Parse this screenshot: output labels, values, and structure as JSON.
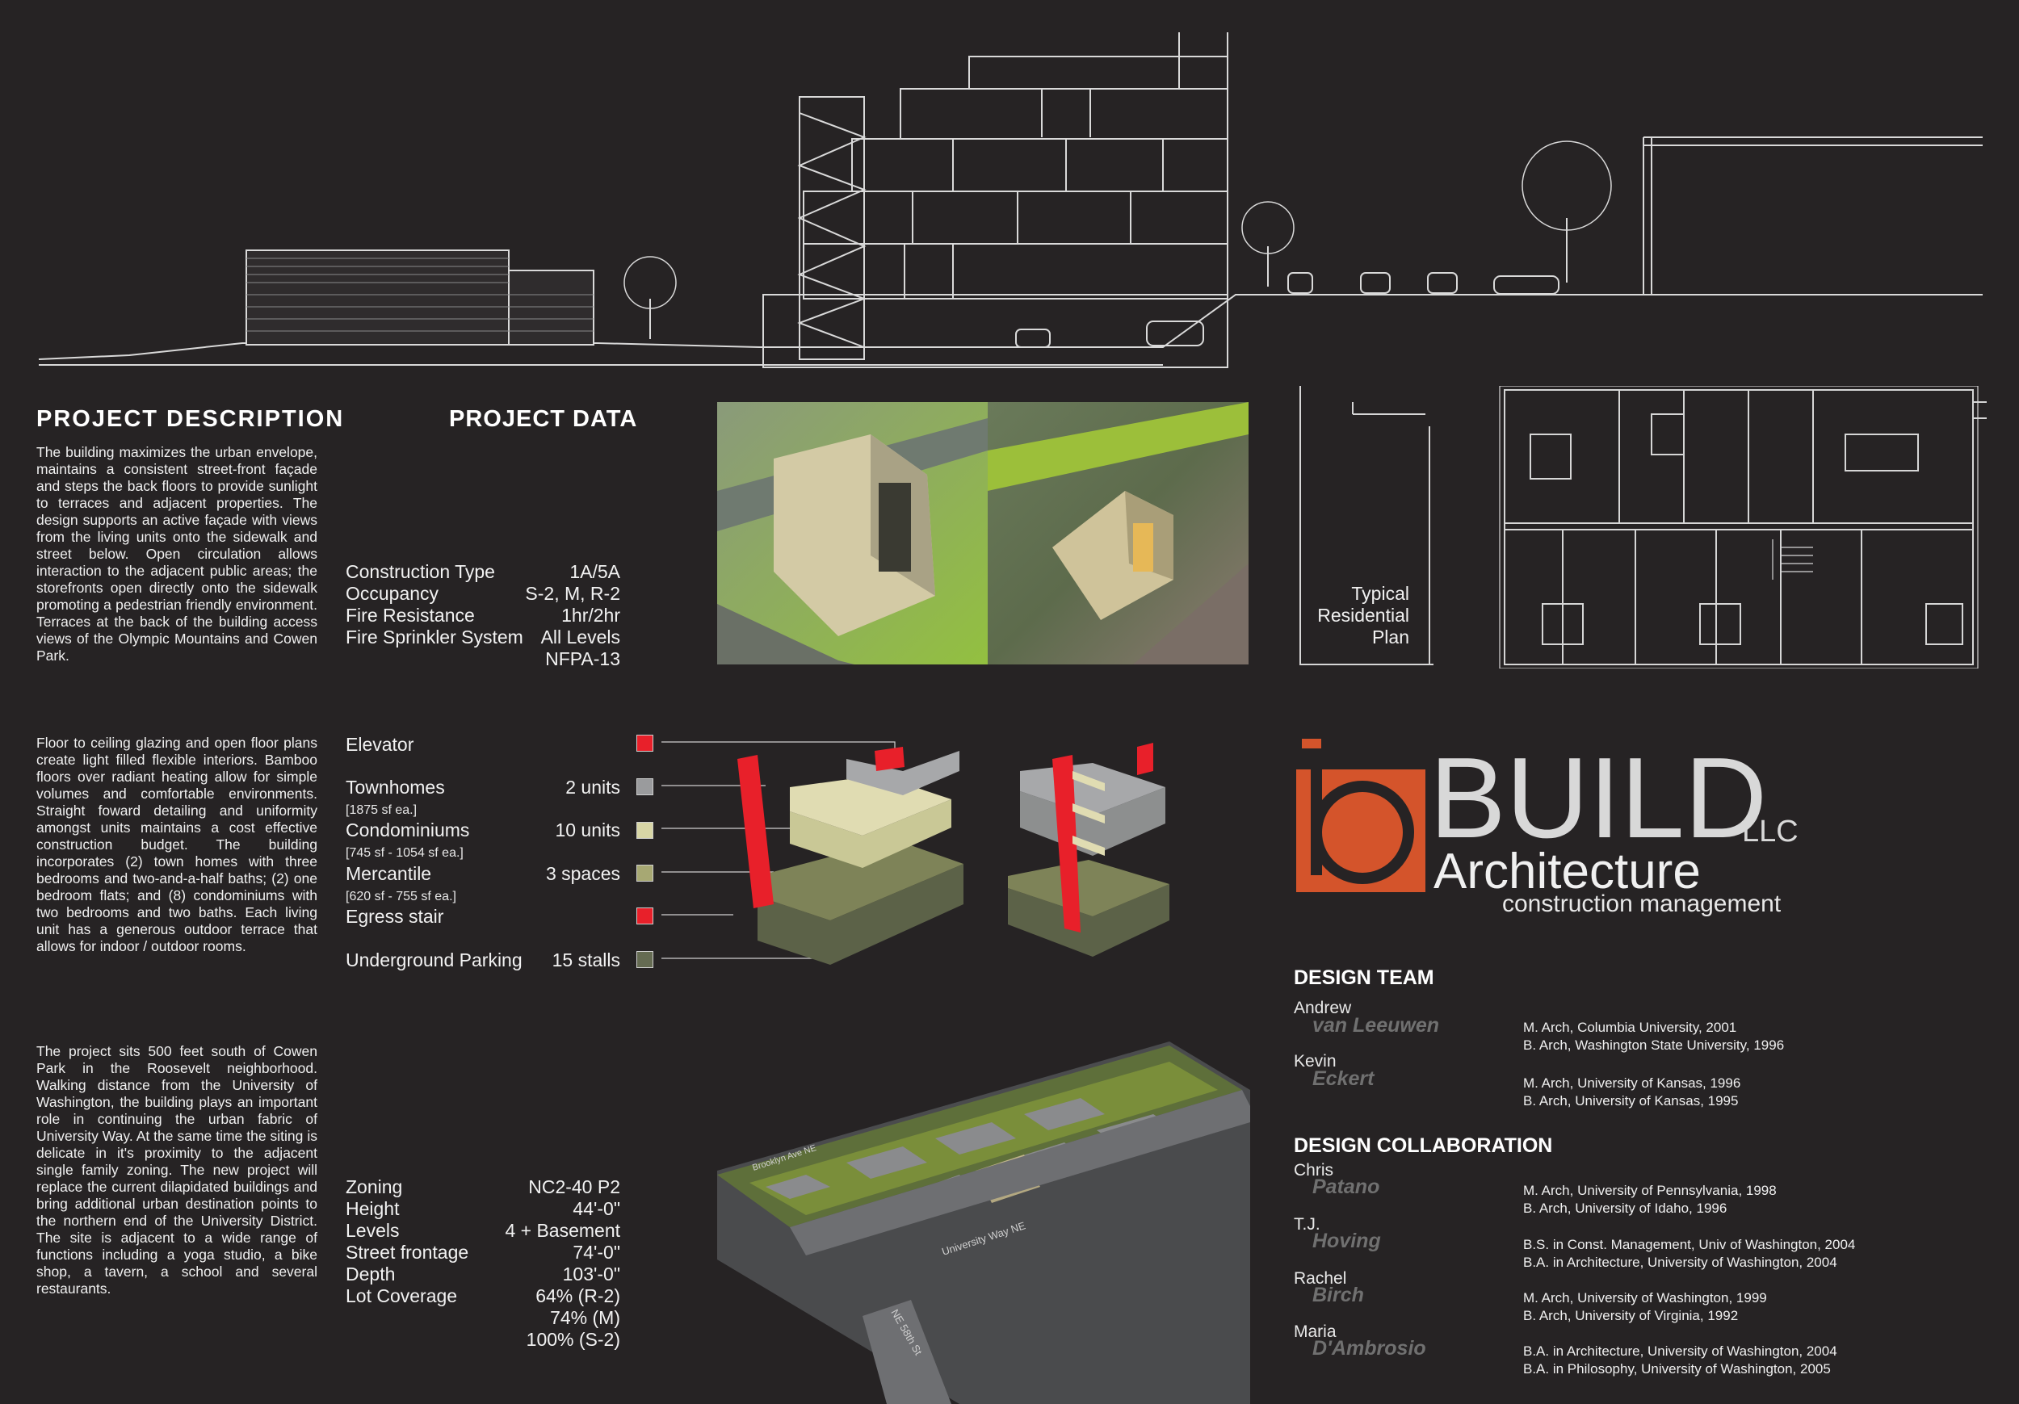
{
  "project_description": {
    "title": "PROJECT DESCRIPTION",
    "para1": "The building maximizes the urban envelope, maintains a consistent street-front façade and steps the back floors to provide sunlight to terraces and adjacent properties. The design supports an active façade with views from the living units onto the sidewalk and street below. Open circulation allows interaction to the adjacent public areas; the storefronts open directly onto the sidewalk promoting a pedestrian friendly environment. Terraces at the back of the building access views of the Olympic Mountains and Cowen Park.",
    "para2": "Floor to ceiling glazing and open floor plans create light filled flexible interiors. Bamboo floors over radiant heating allow for simple volumes and comfortable environments. Straight foward detailing and uniformity amongst units maintains a cost effective construction budget. The building incorporates (2) town homes with three bedrooms and two-and-a-half baths; (2) one bedroom flats; and (8) condominiums with two bedrooms and two baths. Each living unit has a generous outdoor terrace that allows for indoor / outdoor rooms.",
    "para3": "The project sits 500 feet south of Cowen Park in the Roosevelt neighborhood. Walking distance from the University of Washington, the building plays an important role in continuing the urban fabric of University Way. At the same time the siting is delicate in it's proximity to the adjacent single family zoning. The new project will replace the current dilapidated buildings and bring additional urban destination points to the northern end of the University District. The site is adjacent to a wide range of functions including a yoga studio, a bike shop, a tavern, a school and several restaurants."
  },
  "project_data": {
    "title": "PROJECT DATA",
    "construction": [
      {
        "label": "Construction Type",
        "value": "1A/5A"
      },
      {
        "label": "Occupancy",
        "value": "S-2, M, R-2"
      },
      {
        "label": "Fire Resistance",
        "value": "1hr/2hr"
      },
      {
        "label": "Fire Sprinkler System",
        "value": "All Levels"
      },
      {
        "label": "",
        "value": "NFPA-13"
      }
    ],
    "program": [
      {
        "label": "Elevator",
        "value": "",
        "sub": "",
        "color": "#e8202a"
      },
      {
        "label": "Townhomes",
        "value": "2 units",
        "sub": "[1875 sf ea.]",
        "color": "#9a9b9d"
      },
      {
        "label": "Condominiums",
        "value": "10 units",
        "sub": "[745 sf - 1054 sf ea.]",
        "color": "#d8d6a6"
      },
      {
        "label": "Mercantile",
        "value": "3 spaces",
        "sub": "[620 sf - 755 sf ea.]",
        "color": "#a7a873"
      },
      {
        "label": "Egress stair",
        "value": "",
        "sub": "",
        "color": "#e8202a"
      },
      {
        "label": "Underground Parking",
        "value": "15 stalls",
        "sub": "",
        "color": "#656b52"
      }
    ],
    "zoning": [
      {
        "label": "Zoning",
        "value": "NC2-40 P2"
      },
      {
        "label": "Height",
        "value": "44'-0\""
      },
      {
        "label": "Levels",
        "value": "4 + Basement"
      },
      {
        "label": "Street frontage",
        "value": "74'-0\""
      },
      {
        "label": "Depth",
        "value": "103'-0\""
      },
      {
        "label": "Lot Coverage",
        "value": "64% (R-2)"
      },
      {
        "label": "",
        "value": "74%  (M)"
      },
      {
        "label": "",
        "value": "100% (S-2)"
      }
    ]
  },
  "plan_label": {
    "line1": "Typical",
    "line2": "Residential",
    "line3": "Plan"
  },
  "logo": {
    "build": "BUILD",
    "llc": "LLC",
    "architecture": "Architecture",
    "construction": "construction management",
    "brand_color": "#d4542b"
  },
  "site_map": {
    "street1": "University Way NE",
    "street2": "NE 58th St",
    "street3": "Brooklyn Ave NE"
  },
  "design_team": {
    "title": "DESIGN TEAM",
    "members": [
      {
        "first": "Andrew",
        "last": "van Leeuwen",
        "cred1": "M. Arch, Columbia University, 2001",
        "cred2": "B. Arch, Washington State University, 1996"
      },
      {
        "first": "Kevin",
        "last": "Eckert",
        "cred1": "M. Arch, University of Kansas, 1996",
        "cred2": "B. Arch, University of Kansas, 1995"
      }
    ]
  },
  "design_collaboration": {
    "title": "DESIGN COLLABORATION",
    "members": [
      {
        "first": "Chris",
        "last": "Patano",
        "cred1": "M. Arch, University of Pennsylvania, 1998",
        "cred2": "B. Arch, University of Idaho, 1996"
      },
      {
        "first": "T.J.",
        "last": "Hoving",
        "cred1": "B.S. in Const. Management, Univ of Washington, 2004",
        "cred2": "B.A. in Architecture, University of Washington, 2004"
      },
      {
        "first": "Rachel",
        "last": "Birch",
        "cred1": "M. Arch, University of Washington, 1999",
        "cred2": "B. Arch, University of Virginia, 1992"
      },
      {
        "first": "Maria",
        "last": "D'Ambrosio",
        "cred1": "B.A. in Architecture, University of Washington, 2004",
        "cred2": "B.A. in Philosophy, University of Washington, 2005"
      }
    ]
  }
}
